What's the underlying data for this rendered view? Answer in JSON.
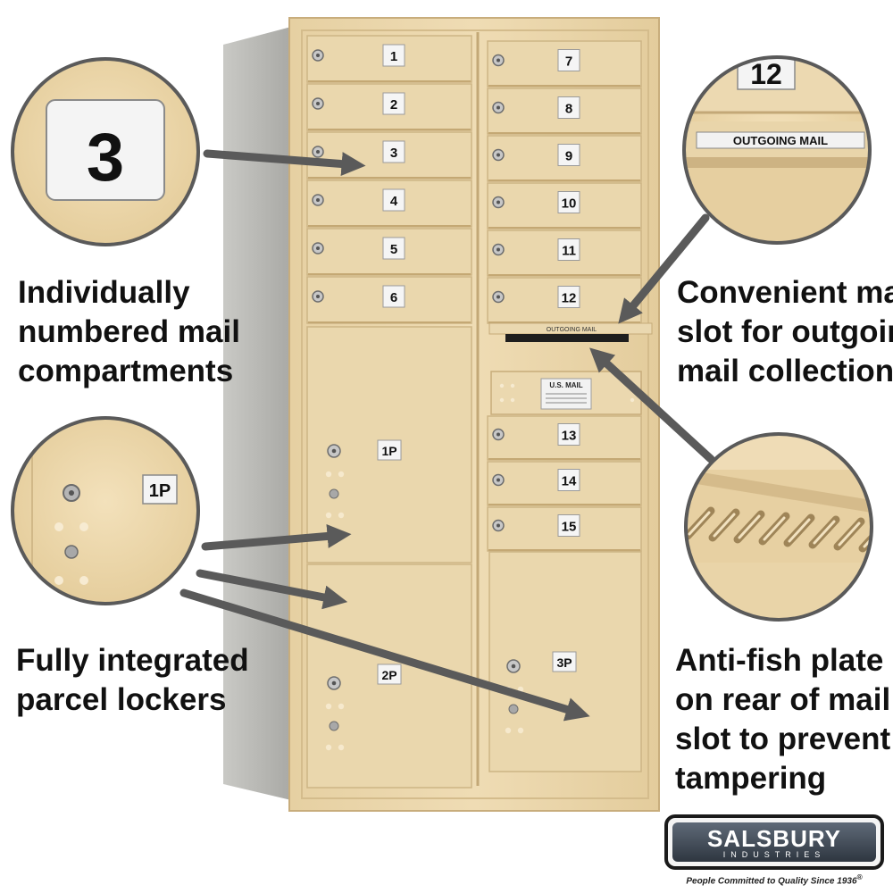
{
  "colors": {
    "mailbox_sand": "#ead7ad",
    "mailbox_shadow": "#cdb585",
    "side_panel": "#b8b8b4",
    "arrow": "#5a5a5a",
    "caption_text": "#111111"
  },
  "mailbox": {
    "door_numbers_left": [
      "1",
      "2",
      "3",
      "4",
      "5",
      "6"
    ],
    "door_numbers_right": [
      "7",
      "8",
      "9",
      "10",
      "11",
      "12"
    ],
    "door_numbers_lower_right": [
      "13",
      "14",
      "15"
    ],
    "parcel_lockers": [
      "1P",
      "2P",
      "3P"
    ],
    "slot_label": "OUTGOING MAIL",
    "usps_label": "U.S. MAIL"
  },
  "callouts": {
    "number_zoom": "3",
    "outgoing_zoom_number": "12",
    "outgoing_zoom_label": "OUTGOING MAIL",
    "parcel_zoom_label": "1P"
  },
  "captions": {
    "left_top": [
      "Individually",
      "numbered mail",
      "compartments"
    ],
    "left_bottom": [
      "Fully integrated",
      "parcel lockers"
    ],
    "right_top": [
      "Convenient mail",
      "slot for outgoing",
      "mail collection"
    ],
    "right_bottom": [
      "Anti-fish plate",
      "on rear of mail",
      "slot to prevent",
      "tampering"
    ]
  },
  "logo": {
    "name": "SALSBURY",
    "subtitle": "INDUSTRIES",
    "registered_mark": "®",
    "tagline": "People Committed to Quality Since 1936"
  }
}
